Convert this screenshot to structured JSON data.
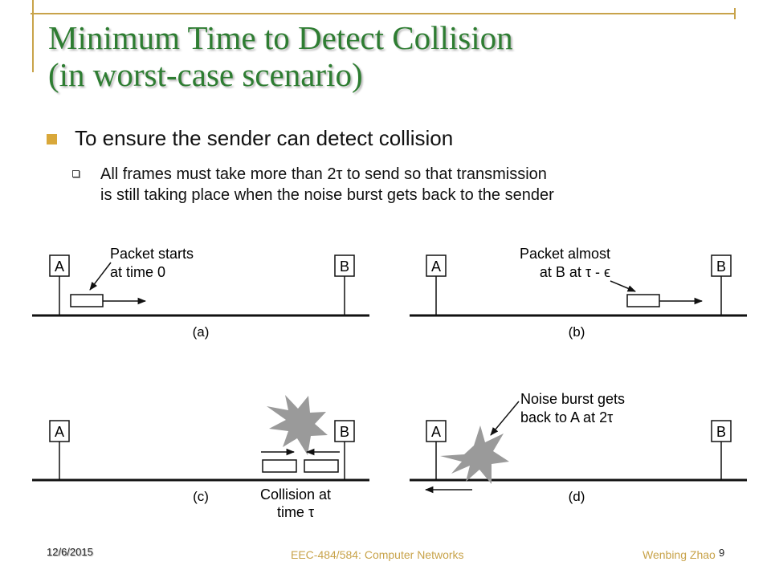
{
  "slide": {
    "title_line1": "Minimum Time to Detect Collision",
    "title_line2": "(in worst-case scenario)",
    "bullet1": "To ensure the sender can detect collision",
    "bullet2_line1": "All frames must take more than 2τ to send so that transmission",
    "bullet2_line2": "is still taking place when the noise burst gets back to the sender"
  },
  "diagram": {
    "station_a": "A",
    "station_b": "B",
    "panels": [
      {
        "label": "(a)",
        "note_line1": "Packet starts",
        "note_line2": "at time 0"
      },
      {
        "label": "(b)",
        "note_line1": "Packet almost",
        "note_line2": "at B at τ - ϵ"
      },
      {
        "label": "(c)",
        "note_line1": "Collision at",
        "note_line2": "time τ"
      },
      {
        "label": "(d)",
        "note_line1": "Noise burst gets",
        "note_line2": "back to A  at 2τ"
      }
    ]
  },
  "footer": {
    "date": "12/6/2015",
    "course": "EEC-484/584: Computer Networks",
    "author": "Wenbing Zhao",
    "page": "9"
  },
  "colors": {
    "title": "#2e7d32",
    "accent": "#c8a34a",
    "burst": "#9a9a9a"
  }
}
